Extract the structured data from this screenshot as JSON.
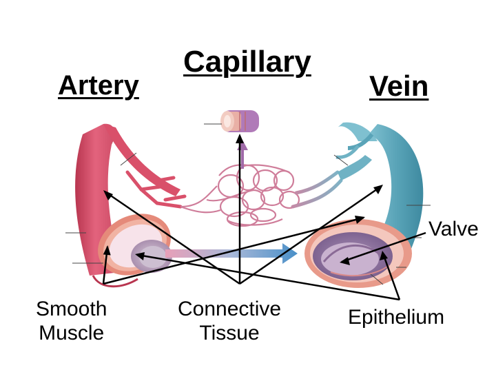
{
  "headings": {
    "artery": "Artery",
    "capillary": "Capillary",
    "vein": "Vein"
  },
  "parts": {
    "valve": "Valve",
    "smooth_muscle_line1": "Smooth",
    "smooth_muscle_line2": "Muscle",
    "connective_tissue_line1": "Connective",
    "connective_tissue_line2": "Tissue",
    "epithelium": "Epithelium"
  },
  "colors": {
    "artery": "#d9506a",
    "artery_dark": "#b8354f",
    "vein": "#5aa4b8",
    "vein_dark": "#3e8aa0",
    "capillary_bed": "#cf7d9a",
    "muscle_layer": "#e58a7a",
    "lumen": "#b9a6bd",
    "valve_inner": "#9c7fa6",
    "flow_arrow": "#4a90c8",
    "capillary_arrow": "#a06aa8",
    "pointer": "#000000"
  }
}
